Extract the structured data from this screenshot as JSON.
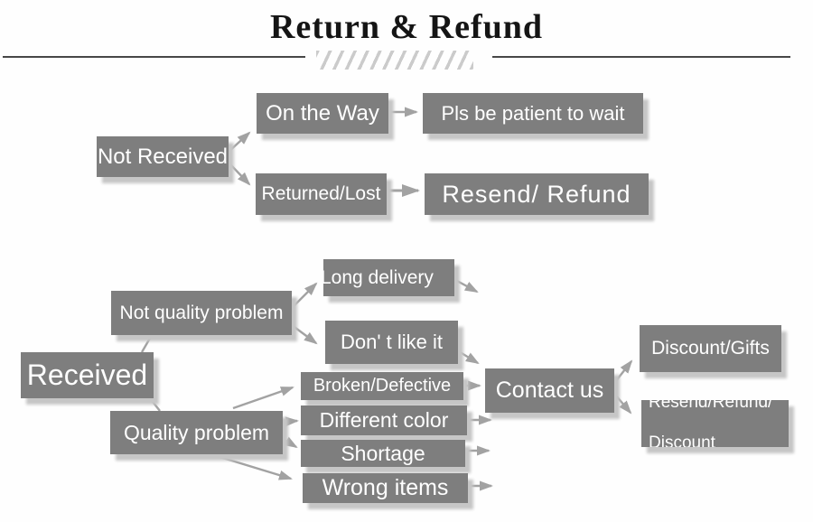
{
  "title": "Return & Refund",
  "nodes": {
    "not_received": {
      "label": "Not Received"
    },
    "on_the_way": {
      "label": "On the Way"
    },
    "pls_wait": {
      "label": "Pls be patient to wait"
    },
    "returned_lost": {
      "label": "Returned/Lost"
    },
    "resend_refund": {
      "label": "Resend/ Refund"
    },
    "received": {
      "label": "Received"
    },
    "not_quality_problem": {
      "label": "Not quality problem"
    },
    "long_delivery": {
      "label": "Long delivery"
    },
    "dont_like_it": {
      "label": "Don' t like it"
    },
    "quality_problem": {
      "label": "Quality problem"
    },
    "broken_defective": {
      "label": "Broken/Defective"
    },
    "different_color": {
      "label": "Different color"
    },
    "shortage": {
      "label": "Shortage"
    },
    "wrong_items": {
      "label": "Wrong items"
    },
    "contact_us": {
      "label": "Contact us"
    },
    "discount_gifts": {
      "label": "Discount/Gifts"
    },
    "resend_refund_discount": {
      "line1": "Resend/Refund/",
      "line2": "Discount"
    }
  },
  "edges": [
    {
      "from": "not_received",
      "to": "on_the_way"
    },
    {
      "from": "not_received",
      "to": "returned_lost"
    },
    {
      "from": "on_the_way",
      "to": "pls_wait"
    },
    {
      "from": "returned_lost",
      "to": "resend_refund"
    },
    {
      "from": "received",
      "to": "not_quality_problem"
    },
    {
      "from": "received",
      "to": "quality_problem"
    },
    {
      "from": "not_quality_problem",
      "to": "long_delivery"
    },
    {
      "from": "not_quality_problem",
      "to": "dont_like_it"
    },
    {
      "from": "long_delivery",
      "to": "contact_us"
    },
    {
      "from": "dont_like_it",
      "to": "contact_us"
    },
    {
      "from": "quality_problem",
      "to": "broken_defective"
    },
    {
      "from": "quality_problem",
      "to": "different_color"
    },
    {
      "from": "quality_problem",
      "to": "shortage"
    },
    {
      "from": "quality_problem",
      "to": "wrong_items"
    },
    {
      "from": "broken_defective",
      "to": "contact_us"
    },
    {
      "from": "different_color",
      "to": "contact_us"
    },
    {
      "from": "shortage",
      "to": "contact_us"
    },
    {
      "from": "wrong_items",
      "to": "contact_us"
    },
    {
      "from": "contact_us",
      "to": "discount_gifts"
    },
    {
      "from": "contact_us",
      "to": "resend_refund_discount"
    }
  ],
  "colors": {
    "box_fill": "#7e7e7e",
    "box_text": "#ffffff",
    "arrow": "#a2a2a2",
    "title_text": "#151515",
    "divider_line": "#474747",
    "hatch": "#cbcbcb",
    "shadow": "#c6c6c6",
    "background": "#fefefe"
  }
}
